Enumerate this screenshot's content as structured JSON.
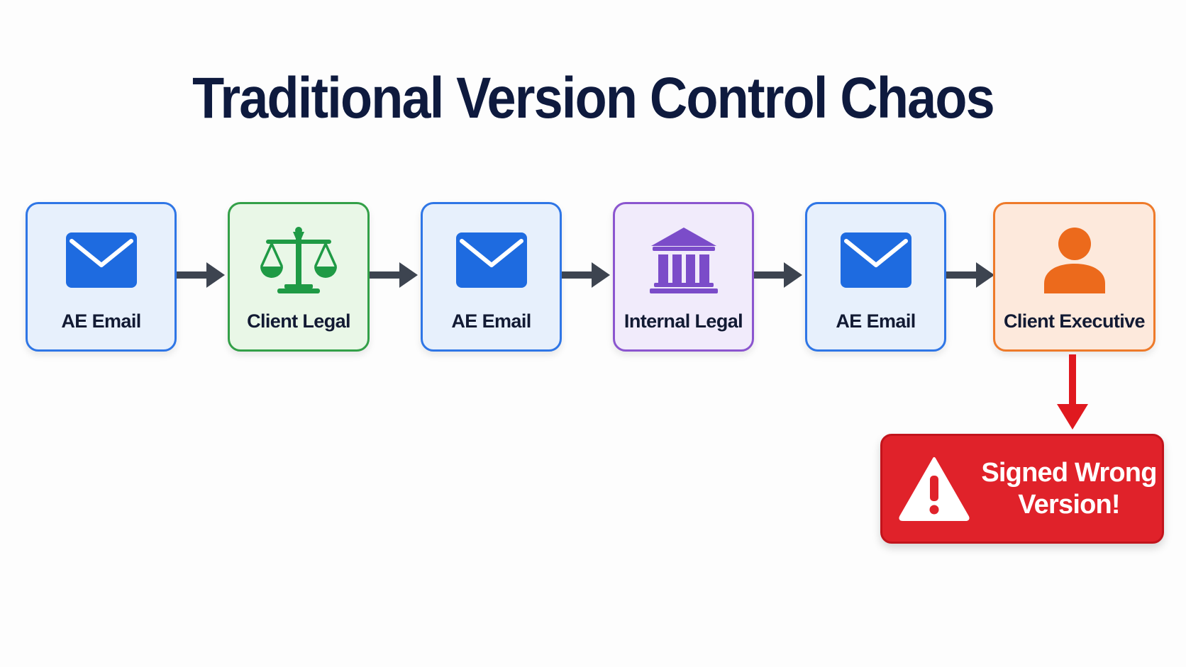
{
  "title": "Traditional Version Control Chaos",
  "flow": {
    "steps": [
      {
        "label": "AE Email",
        "icon": "envelope-icon",
        "color": "#1e6be0"
      },
      {
        "label": "Client Legal",
        "icon": "scales-icon",
        "color": "#1f9a45"
      },
      {
        "label": "AE Email",
        "icon": "envelope-icon",
        "color": "#1e6be0"
      },
      {
        "label": "Internal Legal",
        "icon": "bank-building-icon",
        "color": "#7b4cc9"
      },
      {
        "label": "AE Email",
        "icon": "envelope-icon",
        "color": "#1e6be0"
      },
      {
        "label": "Client Executive",
        "icon": "person-icon",
        "color": "#ec6a1c"
      }
    ],
    "connector_color": "#3d4450",
    "alert_arrow_color": "#e0191f"
  },
  "alert": {
    "text_line1": "Signed Wrong",
    "text_line2": "Version!",
    "icon": "warning-triangle-icon",
    "color": "#e0222a"
  }
}
